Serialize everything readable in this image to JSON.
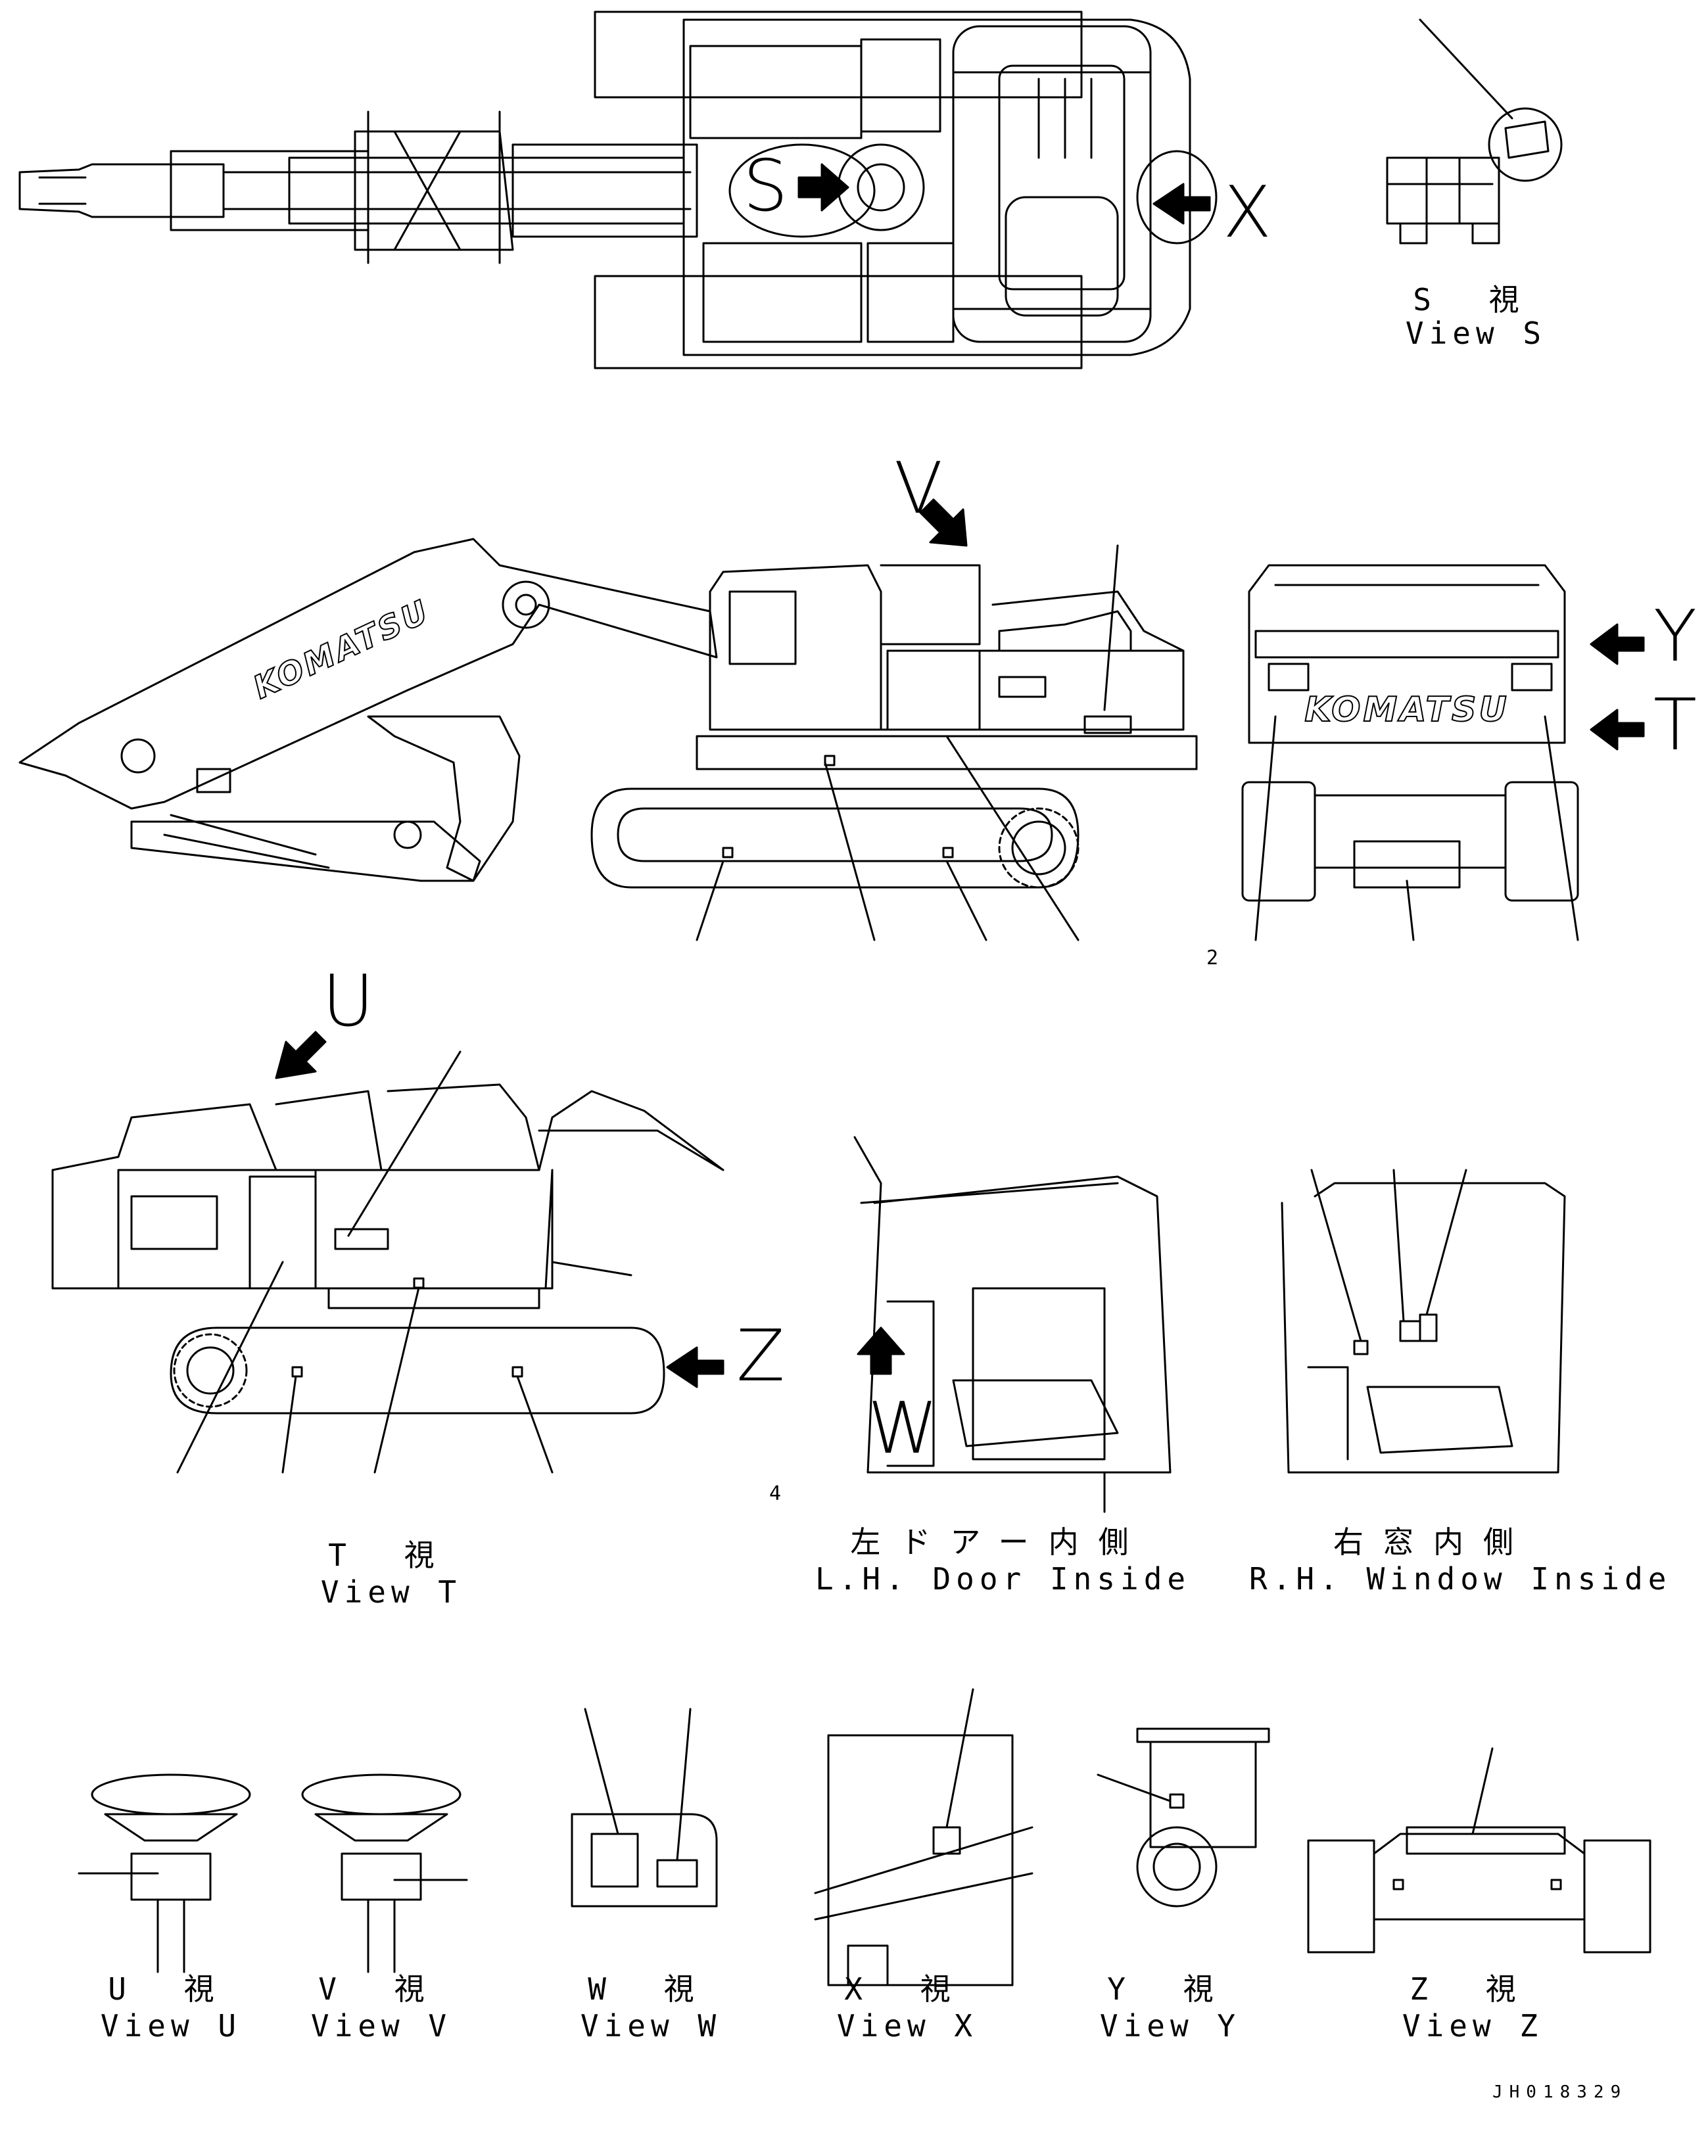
{
  "brand": "KOMATSU",
  "view_letters": {
    "s": "S",
    "x": "X",
    "v": "V",
    "y": "Y",
    "t": "T",
    "u": "U",
    "z": "Z",
    "w": "W"
  },
  "page_markers": {
    "m2": "2",
    "m4": "4"
  },
  "captions": {
    "view_s": {
      "jp": "S 視",
      "en": "View S"
    },
    "view_t": {
      "jp": "T 視",
      "en": "View T"
    },
    "lh_door": {
      "jp": "左ドアー内側",
      "en": "L.H. Door Inside"
    },
    "rh_window": {
      "jp": "右窓内側",
      "en": "R.H. Window Inside"
    },
    "view_u": {
      "jp": "U 視",
      "en": "View U"
    },
    "view_v": {
      "jp": "V 視",
      "en": "View V"
    },
    "view_w": {
      "jp": "W 視",
      "en": "View W"
    },
    "view_x": {
      "jp": "X 視",
      "en": "View X"
    },
    "view_y": {
      "jp": "Y 視",
      "en": "View Y"
    },
    "view_z": {
      "jp": "Z 視",
      "en": "View Z"
    }
  },
  "drawing_code": "JH018329"
}
